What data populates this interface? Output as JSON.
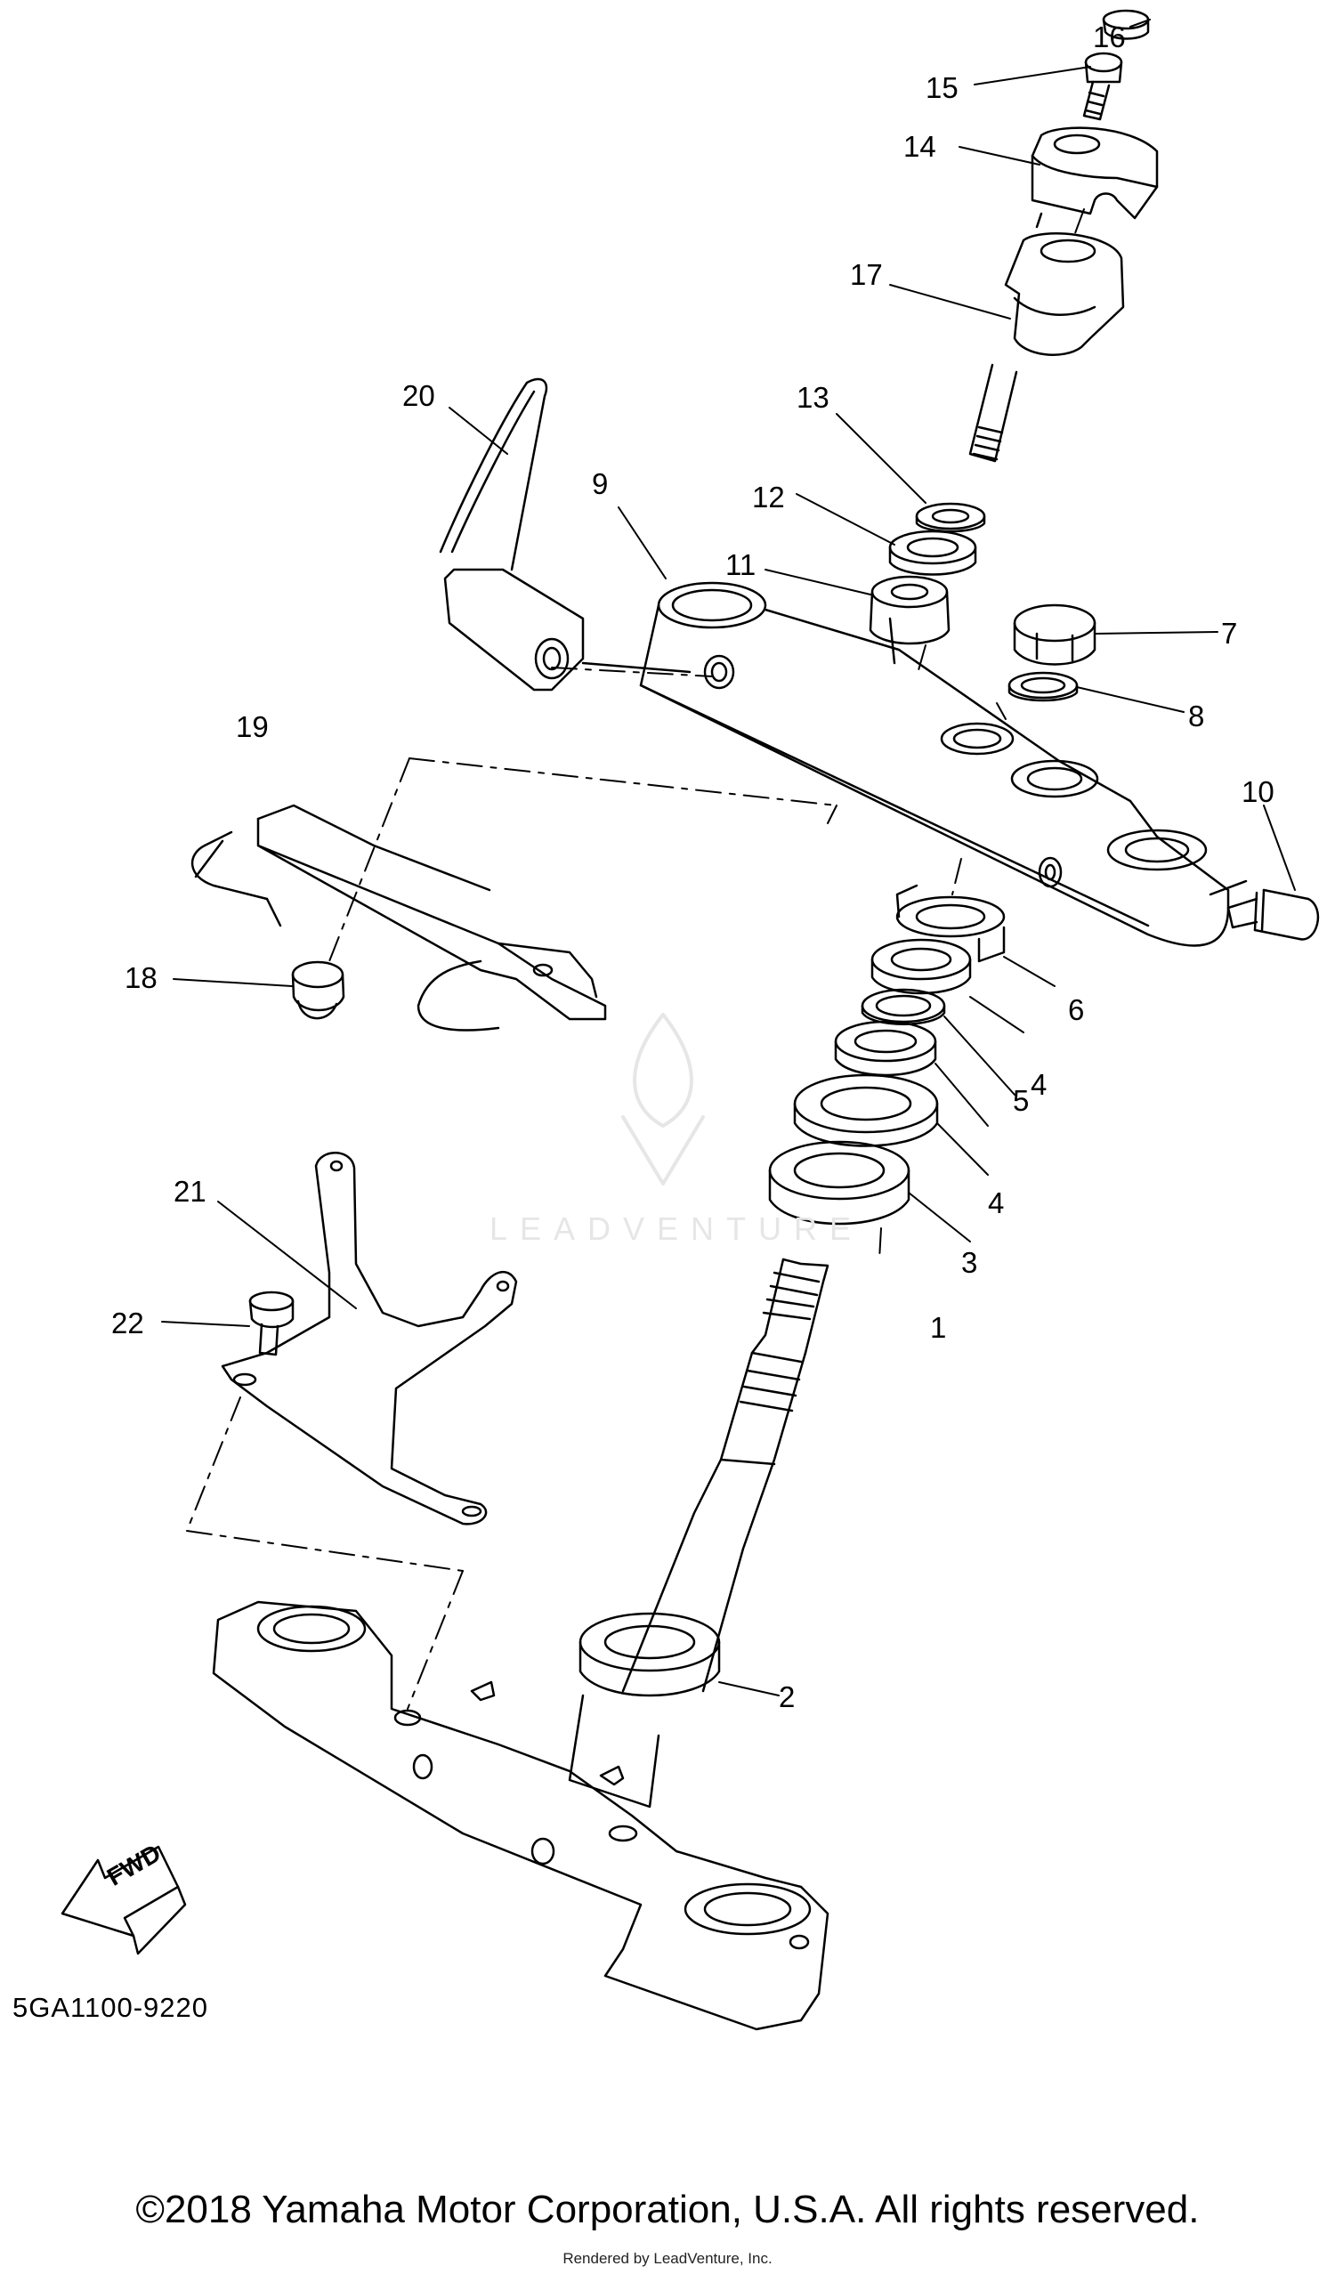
{
  "diagram": {
    "callouts": [
      {
        "label": "16"
      },
      {
        "label": "15"
      },
      {
        "label": "14"
      },
      {
        "label": "17"
      },
      {
        "label": "20"
      },
      {
        "label": "13"
      },
      {
        "label": "9"
      },
      {
        "label": "12"
      },
      {
        "label": "11"
      },
      {
        "label": "7"
      },
      {
        "label": "8"
      },
      {
        "label": "19"
      },
      {
        "label": "10"
      },
      {
        "label": "6"
      },
      {
        "label": "18"
      },
      {
        "label": "4"
      },
      {
        "label": "5"
      },
      {
        "label": "4"
      },
      {
        "label": "21"
      },
      {
        "label": "3"
      },
      {
        "label": "22"
      },
      {
        "label": "1"
      },
      {
        "label": "2"
      }
    ],
    "fwd_label": "FWD",
    "part_code": "5GA1100-9220",
    "watermark": "LEADVENTURE"
  },
  "footer": {
    "copyright": "©2018 Yamaha Motor Corporation, U.S.A. All rights reserved.",
    "rendered_by": "Rendered by LeadVenture, Inc."
  },
  "colors": {
    "line": "#000000",
    "background": "#ffffff",
    "watermark": "#e6e6e6"
  }
}
